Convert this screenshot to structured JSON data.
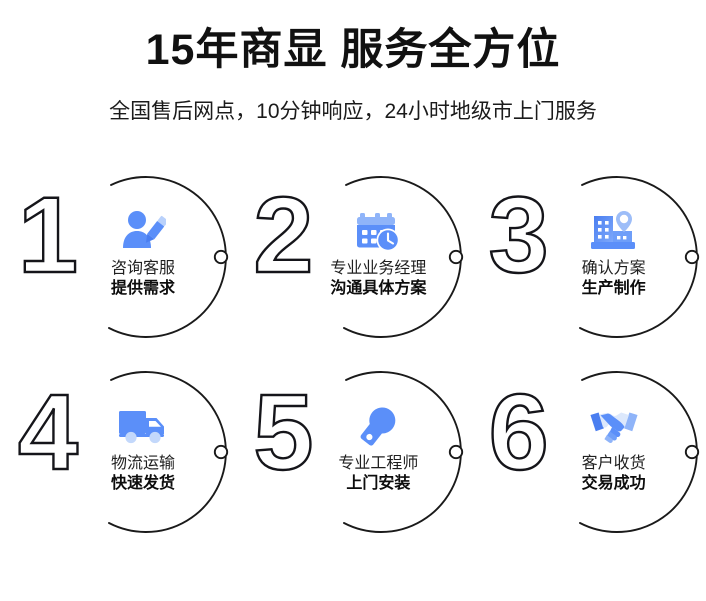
{
  "header": {
    "main_title": "15年商显 服务全方位",
    "sub_title": "全国售后网点，10分钟响应，24小时地级市上门服务"
  },
  "theme": {
    "background": "#ffffff",
    "title_color": "#111111",
    "subtitle_color": "#1b1b1b",
    "number_outline_color": "#15151a",
    "ring_color": "#1a1a1a",
    "icon_blue": "#5b8ff9",
    "icon_blue_dark": "#4a7ef0",
    "icon_blue_light": "#9dbdf8",
    "label_color": "#1f1f1f"
  },
  "steps": [
    {
      "number": "1",
      "icon": "person-pencil-icon",
      "line1": "咨询客服",
      "line2": "提供需求"
    },
    {
      "number": "2",
      "icon": "calendar-clock-icon",
      "line1": "专业业务经理",
      "line2": "沟通具体方案"
    },
    {
      "number": "3",
      "icon": "factory-location-icon",
      "line1": "确认方案",
      "line2": "生产制作"
    },
    {
      "number": "4",
      "icon": "delivery-truck-icon",
      "line1": "物流运输",
      "line2": "快速发货"
    },
    {
      "number": "5",
      "icon": "wrench-icon",
      "line1": "专业工程师",
      "line2": "上门安装"
    },
    {
      "number": "6",
      "icon": "handshake-icon",
      "line1": "客户收货",
      "line2": "交易成功"
    }
  ]
}
